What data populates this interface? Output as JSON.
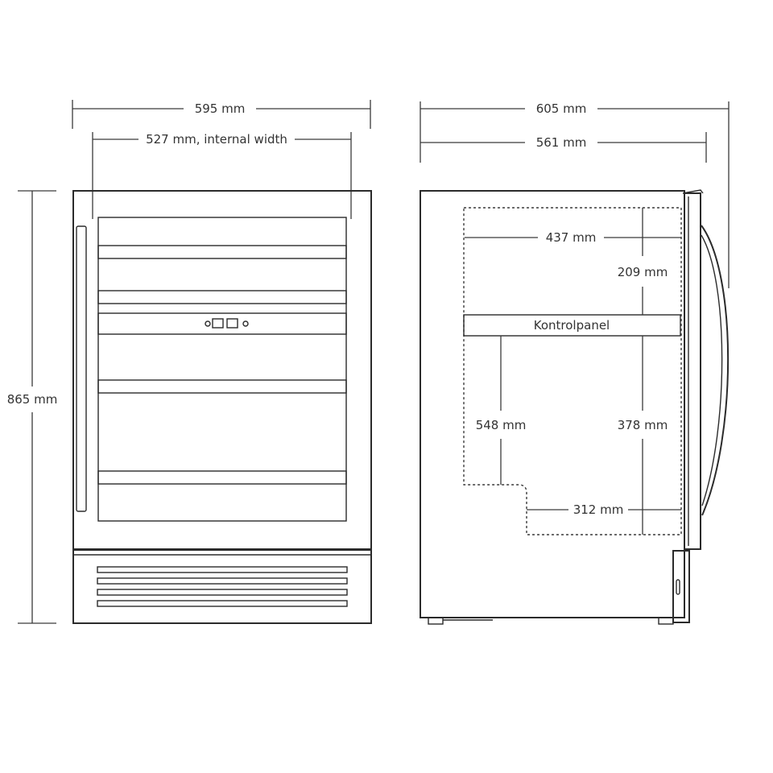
{
  "dimensions": {
    "front_width": "595 mm",
    "front_internal_width": "527 mm, internal width",
    "front_height": "865 mm",
    "side_depth_total": "605 mm",
    "side_depth_cabinet": "561 mm",
    "upper_depth": "437 mm",
    "upper_height": "209 mm",
    "lower_left_height": "548 mm",
    "lower_right_height": "378 mm",
    "bottom_depth": "312 mm"
  },
  "labels": {
    "control_panel": "Kontrolpanel"
  },
  "colors": {
    "line": "#2b2b2b",
    "text": "#333333",
    "background": "#ffffff"
  }
}
